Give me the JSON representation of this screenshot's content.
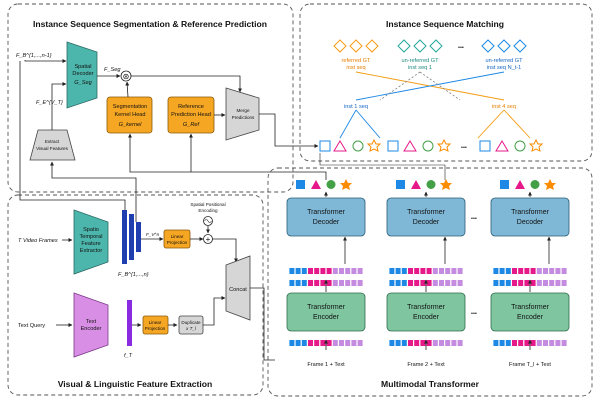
{
  "panels": {
    "segmentation_title": "Instance Sequence Segmentation & Reference Prediction",
    "matching_title": "Instance Sequence Matching",
    "feature_title": "Visual & Linguistic Feature Extraction",
    "transformer_title": "Multimodal Transformer"
  },
  "segmentation": {
    "spatial_decoder": [
      "Spatial",
      "Decoder",
      "G_Seg"
    ],
    "f_seg": "F_Seg",
    "f_b_label": "F_B^{1,...,n-1}",
    "f_e_label": "F_E^{V_T}",
    "extract_visual": [
      "Extract",
      "Visual Features"
    ],
    "seg_kernel_head": [
      "Segmentation",
      "Kernel Head",
      "G_kernel"
    ],
    "ref_pred_head": [
      "Reference",
      "Prediction Head",
      "G_Ref"
    ],
    "merge": [
      "Merge",
      "Predictions"
    ]
  },
  "matching": {
    "referred_gt": [
      "referred GT",
      "inst seq"
    ],
    "unreferred_gt_1": [
      "un-referred GT",
      "inst seq 1"
    ],
    "unreferred_gt_n": [
      "un-referred GT",
      "inst seq N_t-1"
    ],
    "inst1": "inst 1 seq",
    "inst4": "inst 4 seq",
    "ellipsis": "•••"
  },
  "feature": {
    "video_frames": "T Video Frames",
    "visual_extractor": [
      "Spatio",
      "Temporal",
      "Feature",
      "Extractor"
    ],
    "f_b_label": "F_B^{1,...,n}",
    "f_v_label": "F_V^n",
    "linear_projection": [
      "Linear",
      "Projection"
    ],
    "spatial_pos": [
      "Spatial Positional",
      "Encoding"
    ],
    "concat": "Concat",
    "text_query": "Text Query",
    "text_encoder": [
      "Text",
      "Encoder"
    ],
    "f_t_label": "f_T",
    "duplicate": [
      "Duplicate",
      "x T_l"
    ]
  },
  "transformer": {
    "decoder": [
      "Transformer",
      "Decoder"
    ],
    "encoder": [
      "Transformer",
      "Encoder"
    ],
    "frame_labels": [
      "Frame 1 + Text",
      "Frame 2 + Text",
      "Frame T_l + Text"
    ],
    "ellipsis": "•••"
  },
  "colors": {
    "teal": "#4db6ac",
    "orange": "#f5a623",
    "blue_decoder": "#7fb8d6",
    "green_encoder": "#7fc5a0",
    "pink": "#e040a0",
    "violet": "#c58be0",
    "gray": "#c9c9c9",
    "dark_blue": "#1f3fb0",
    "purple_bar": "#8a2be2",
    "shape_blue": "#1e88e5",
    "shape_pink": "#e6198a",
    "shape_green": "#43a047",
    "shape_orange": "#fb8c00",
    "match_orange": "#f39c12",
    "match_teal": "#26a69a",
    "match_blue": "#1e88e5"
  }
}
